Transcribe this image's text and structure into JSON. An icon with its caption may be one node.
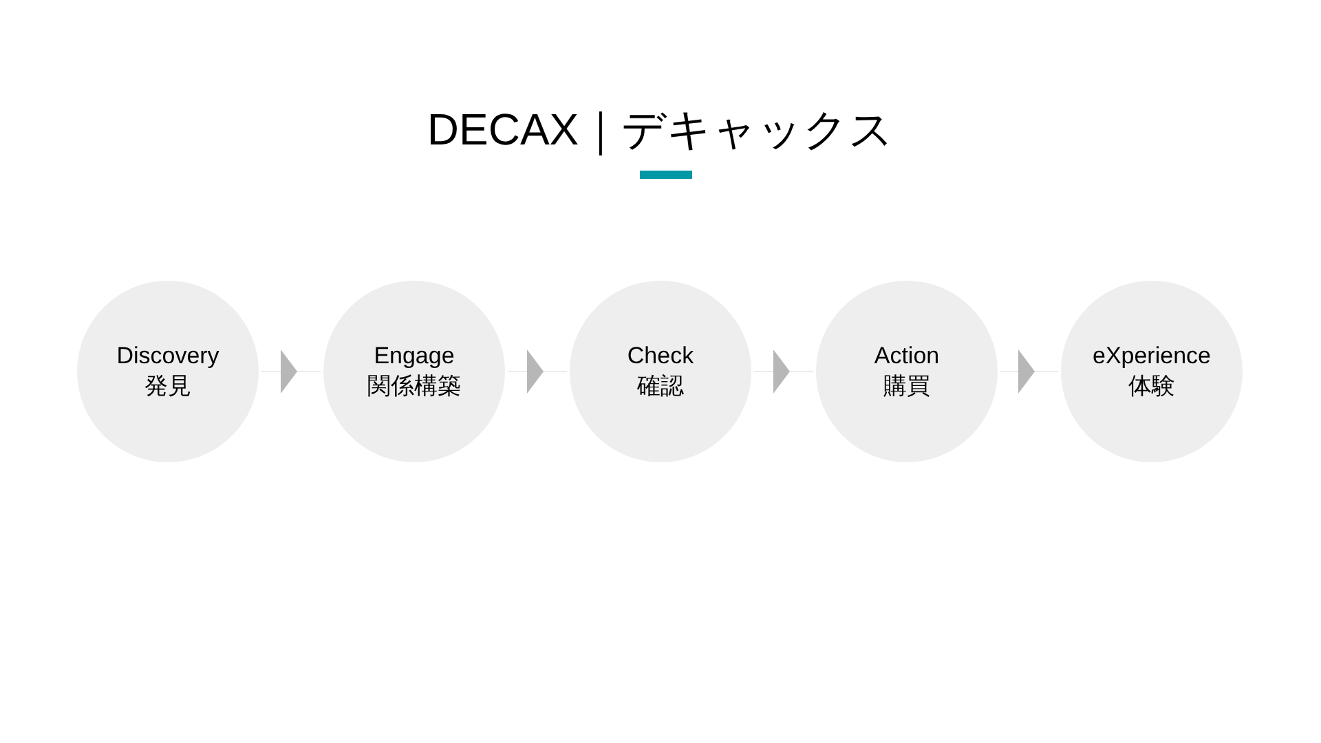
{
  "diagram": {
    "title": "DECAX｜デキャックス",
    "nodes": [
      {
        "text": [
          "Discovery",
          "発見"
        ]
      },
      {
        "text": [
          "Engage",
          "関係構築"
        ]
      },
      {
        "text": [
          "Check",
          "確認"
        ]
      },
      {
        "text": [
          "Action",
          "購買"
        ]
      },
      {
        "text": [
          "eXperience",
          "体験"
        ]
      }
    ],
    "edges": [
      {
        "from": 0,
        "to": 1,
        "arrow": "to"
      },
      {
        "from": 1,
        "to": 2,
        "arrow": "to"
      },
      {
        "from": 2,
        "to": 3,
        "arrow": "to"
      },
      {
        "from": 3,
        "to": 4,
        "arrow": "to"
      }
    ]
  }
}
